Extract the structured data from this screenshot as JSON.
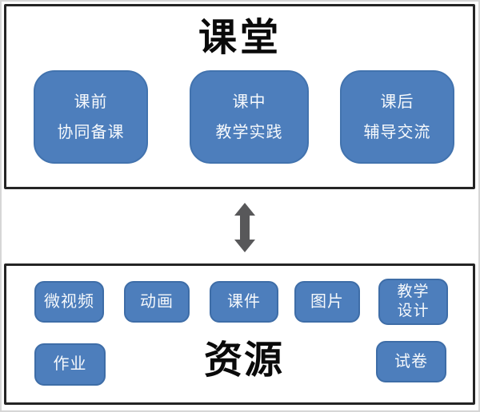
{
  "diagram": {
    "colors": {
      "box_fill": "#4d7ebc",
      "box_border": "#3e6da7",
      "panel_border": "#242424",
      "arrow_gray": "#58585a",
      "title_text": "#0a0a0a",
      "box_text": "#ffffff"
    },
    "classroom_panel": {
      "title": "课堂",
      "stages": [
        {
          "line1": "课前",
          "line2": "协同备课"
        },
        {
          "line1": "课中",
          "line2": "教学实践"
        },
        {
          "line1": "课后",
          "line2": "辅导交流"
        }
      ]
    },
    "connector": {
      "icon": "vertical-double-arrow"
    },
    "resources_panel": {
      "title": "资源",
      "row1": [
        {
          "label": "微视频"
        },
        {
          "label": "动画"
        },
        {
          "label": "课件"
        },
        {
          "label": "图片"
        },
        {
          "label_line1": "教学",
          "label_line2": "设计"
        }
      ],
      "row2": {
        "homework": "作业",
        "test_paper": "试卷"
      }
    }
  }
}
